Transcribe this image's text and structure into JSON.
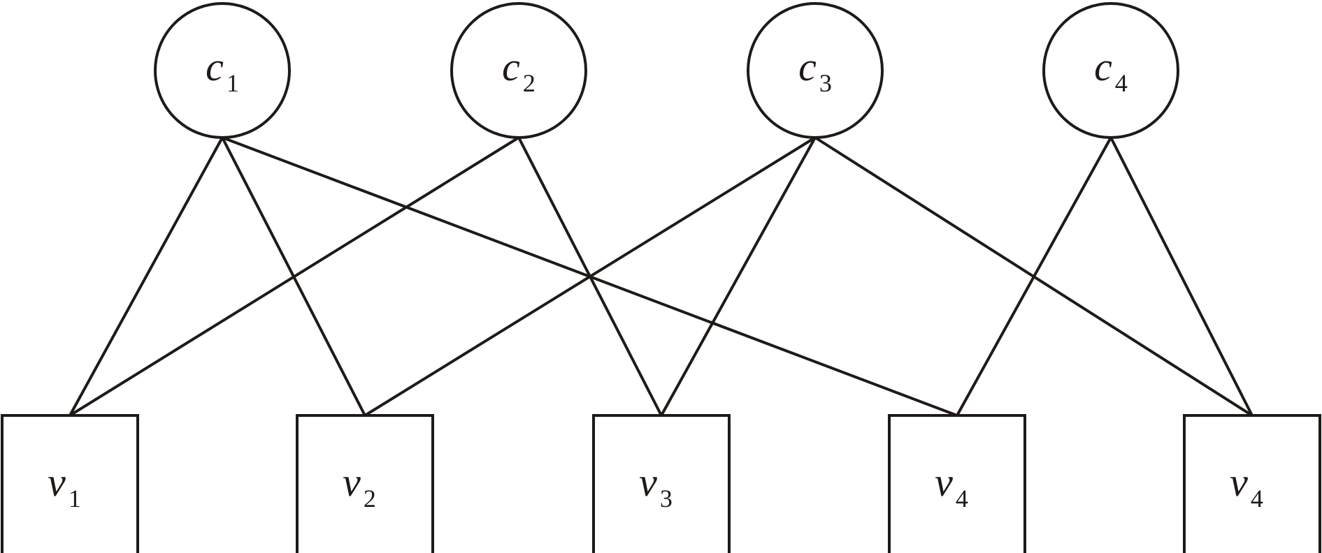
{
  "diagram": {
    "type": "bipartite-graph",
    "check_nodes": [
      {
        "id": "c1",
        "name": "c",
        "sub": "1"
      },
      {
        "id": "c2",
        "name": "c",
        "sub": "2"
      },
      {
        "id": "c3",
        "name": "c",
        "sub": "3"
      },
      {
        "id": "c4",
        "name": "c",
        "sub": "4"
      }
    ],
    "variable_nodes": [
      {
        "id": "v1",
        "name": "v",
        "sub": "1"
      },
      {
        "id": "v2",
        "name": "v",
        "sub": "2"
      },
      {
        "id": "v3",
        "name": "v",
        "sub": "3"
      },
      {
        "id": "v4a",
        "name": "v",
        "sub": "4"
      },
      {
        "id": "v4b",
        "name": "v",
        "sub": "4"
      }
    ],
    "edges": [
      {
        "from": "c1",
        "to": "v1"
      },
      {
        "from": "c1",
        "to": "v2"
      },
      {
        "from": "c1",
        "to": "v4a"
      },
      {
        "from": "c2",
        "to": "v1"
      },
      {
        "from": "c2",
        "to": "v3"
      },
      {
        "from": "c3",
        "to": "v2"
      },
      {
        "from": "c3",
        "to": "v3"
      },
      {
        "from": "c3",
        "to": "v4b"
      },
      {
        "from": "c4",
        "to": "v4a"
      },
      {
        "from": "c4",
        "to": "v4b"
      }
    ],
    "colors": {
      "stroke": "#1f1a17",
      "fill": "#ffffff"
    }
  }
}
